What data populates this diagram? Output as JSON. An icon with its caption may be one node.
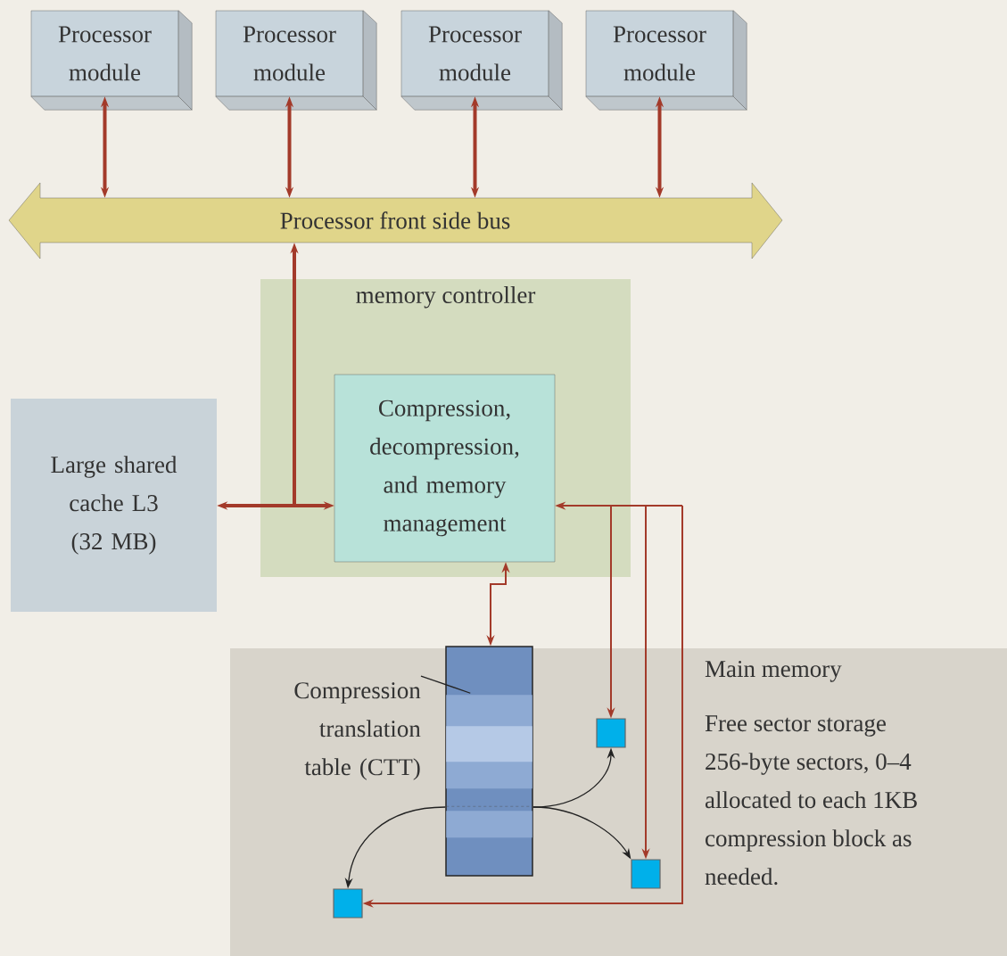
{
  "diagram": {
    "nodes": [
      {
        "text": [
          "Processor module"
        ]
      },
      {
        "text": [
          "Processor module"
        ]
      },
      {
        "text": [
          "Processor module"
        ]
      },
      {
        "text": [
          "Processor module"
        ]
      },
      {
        "text": [
          "Processor front side bus"
        ]
      },
      {
        "text": [
          "memory controller"
        ]
      },
      {
        "text": [
          "Compression, decompression, and memory management"
        ],
        "in": 5
      },
      {
        "text": [
          "Large shared cache L3 (32 MB)"
        ]
      },
      {
        "text": [
          "Main memory",
          "Free sector storage",
          "256-byte sectors, 0–4 allocated to each 1KB compression block as needed."
        ]
      },
      {
        "text": [],
        "shape": "box",
        "in": 8
      },
      {
        "text": [
          "Compression translation table (CTT)"
        ],
        "in": 8
      },
      {
        "text": [],
        "shape": "box",
        "in": 8
      },
      {
        "text": [],
        "shape": "box",
        "in": 8
      },
      {
        "text": [],
        "shape": "box",
        "in": 8
      }
    ],
    "edges": [
      {
        "from": 0,
        "to": 4,
        "arrow": "both",
        "style": "thick"
      },
      {
        "from": 1,
        "to": 4,
        "arrow": "both",
        "style": "thick"
      },
      {
        "from": 2,
        "to": 4,
        "arrow": "both",
        "style": "thick"
      },
      {
        "from": 3,
        "to": 4,
        "arrow": "both",
        "style": "thick"
      },
      {
        "from": 4,
        "to": 6,
        "arrow": "both",
        "style": "thick"
      },
      {
        "from": 4,
        "to": 7,
        "arrow": "both",
        "style": "thick"
      },
      {
        "from": 6,
        "to": 9,
        "arrow": "both"
      },
      {
        "from": 6,
        "to": 12,
        "arrow": "both"
      },
      {
        "from": 6,
        "to": 13,
        "arrow": "both"
      },
      {
        "from": 6,
        "to": 11,
        "arrow": "both"
      },
      {
        "from": 9,
        "to": 12,
        "arrow": "to",
        "color": "#222222"
      },
      {
        "from": 9,
        "to": 13,
        "arrow": "to",
        "color": "#222222"
      },
      {
        "from": 9,
        "to": 11,
        "arrow": "to",
        "color": "#222222"
      },
      {
        "from": 10,
        "to": 9,
        "arrow": "none",
        "color": "#222222"
      }
    ]
  }
}
